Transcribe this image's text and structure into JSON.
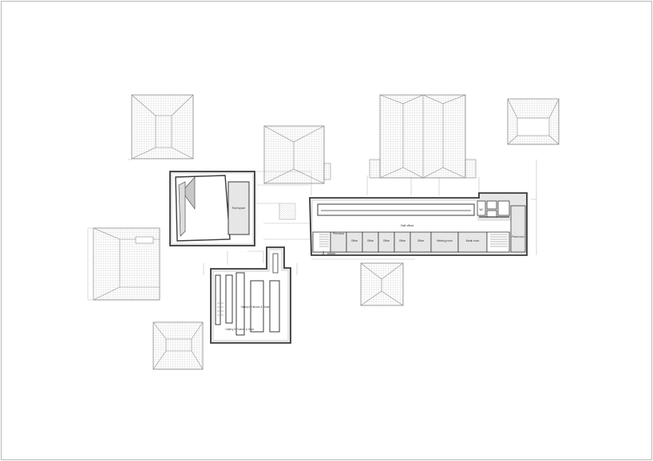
{
  "labels": {
    "staff_corridor": "Staff offices",
    "print_area": "Print area",
    "office_1": "Office",
    "office_2": "Office",
    "office_3": "Office",
    "office_4": "Office",
    "office_5": "Office",
    "meeting_room": "Meeting room",
    "break_room": "Break room",
    "plant_room": "Plant room",
    "roof_space": "Roof space",
    "wc": "WC",
    "gallery_a": "Gallery 6 Heroes & Power",
    "gallery_b": "Gallery 5 Forever & Gold"
  },
  "colors": {
    "paper": "#ffffff",
    "frame": "#b8b8b8",
    "wall": "#3a3a3a",
    "roof_line": "#8a8a8a",
    "roof_hatch": "#c9c9c9",
    "room_fill": "#e6e6e6",
    "ground_line": "#bdbdbd"
  }
}
